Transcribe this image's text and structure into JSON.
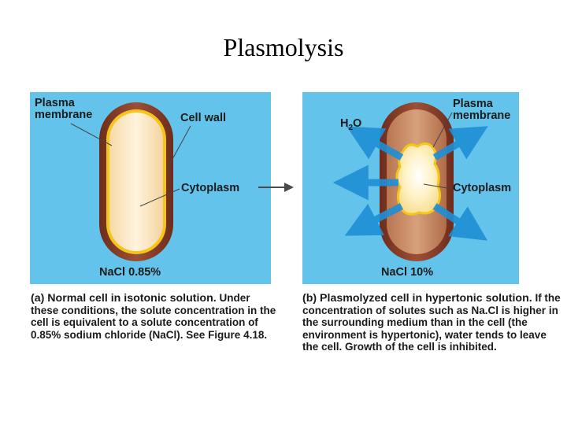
{
  "title": "Plasmolysis",
  "panel_a": {
    "label_membrane": "Plasma\nmembrane",
    "label_wall": "Cell wall",
    "label_cytoplasm": "Cytoplasm",
    "label_nacl": "NaCl 0.85%",
    "caption_head": "(a) Normal cell in isotonic solution.",
    "caption_body": "Under  these conditions, the solute concentration in the cell is equivalent to a solute concentration of 0.85% sodium chloride (NaCl). See Figure 4.18."
  },
  "panel_b": {
    "label_water": "H",
    "label_water_sub": "2",
    "label_water_end": "O",
    "label_membrane": "Plasma\nmembrane",
    "label_cytoplasm": "Cytoplasm",
    "label_nacl": "NaCl 10%",
    "caption_head": "(b) Plasmolyzed cell in hypertonic solution.",
    "caption_body": " If the concentration of solutes such as Na.Cl is higher in the surrounding medium than in  the cell (the environment is hypertonic), water tends to leave the cell. Growth of the cell is inhibited."
  },
  "colors": {
    "background_panel": "#63c3ea",
    "cell_wall": "#8a3e2b",
    "membrane": "#f5c518",
    "cytoplasm_a": "#fbe7c3",
    "cytoplasm_b": "#fdf0b8",
    "cell_interior_b": "#c98a64",
    "water_arrow": "#1f8fd6",
    "arrow_between": "#4a4a4a"
  }
}
